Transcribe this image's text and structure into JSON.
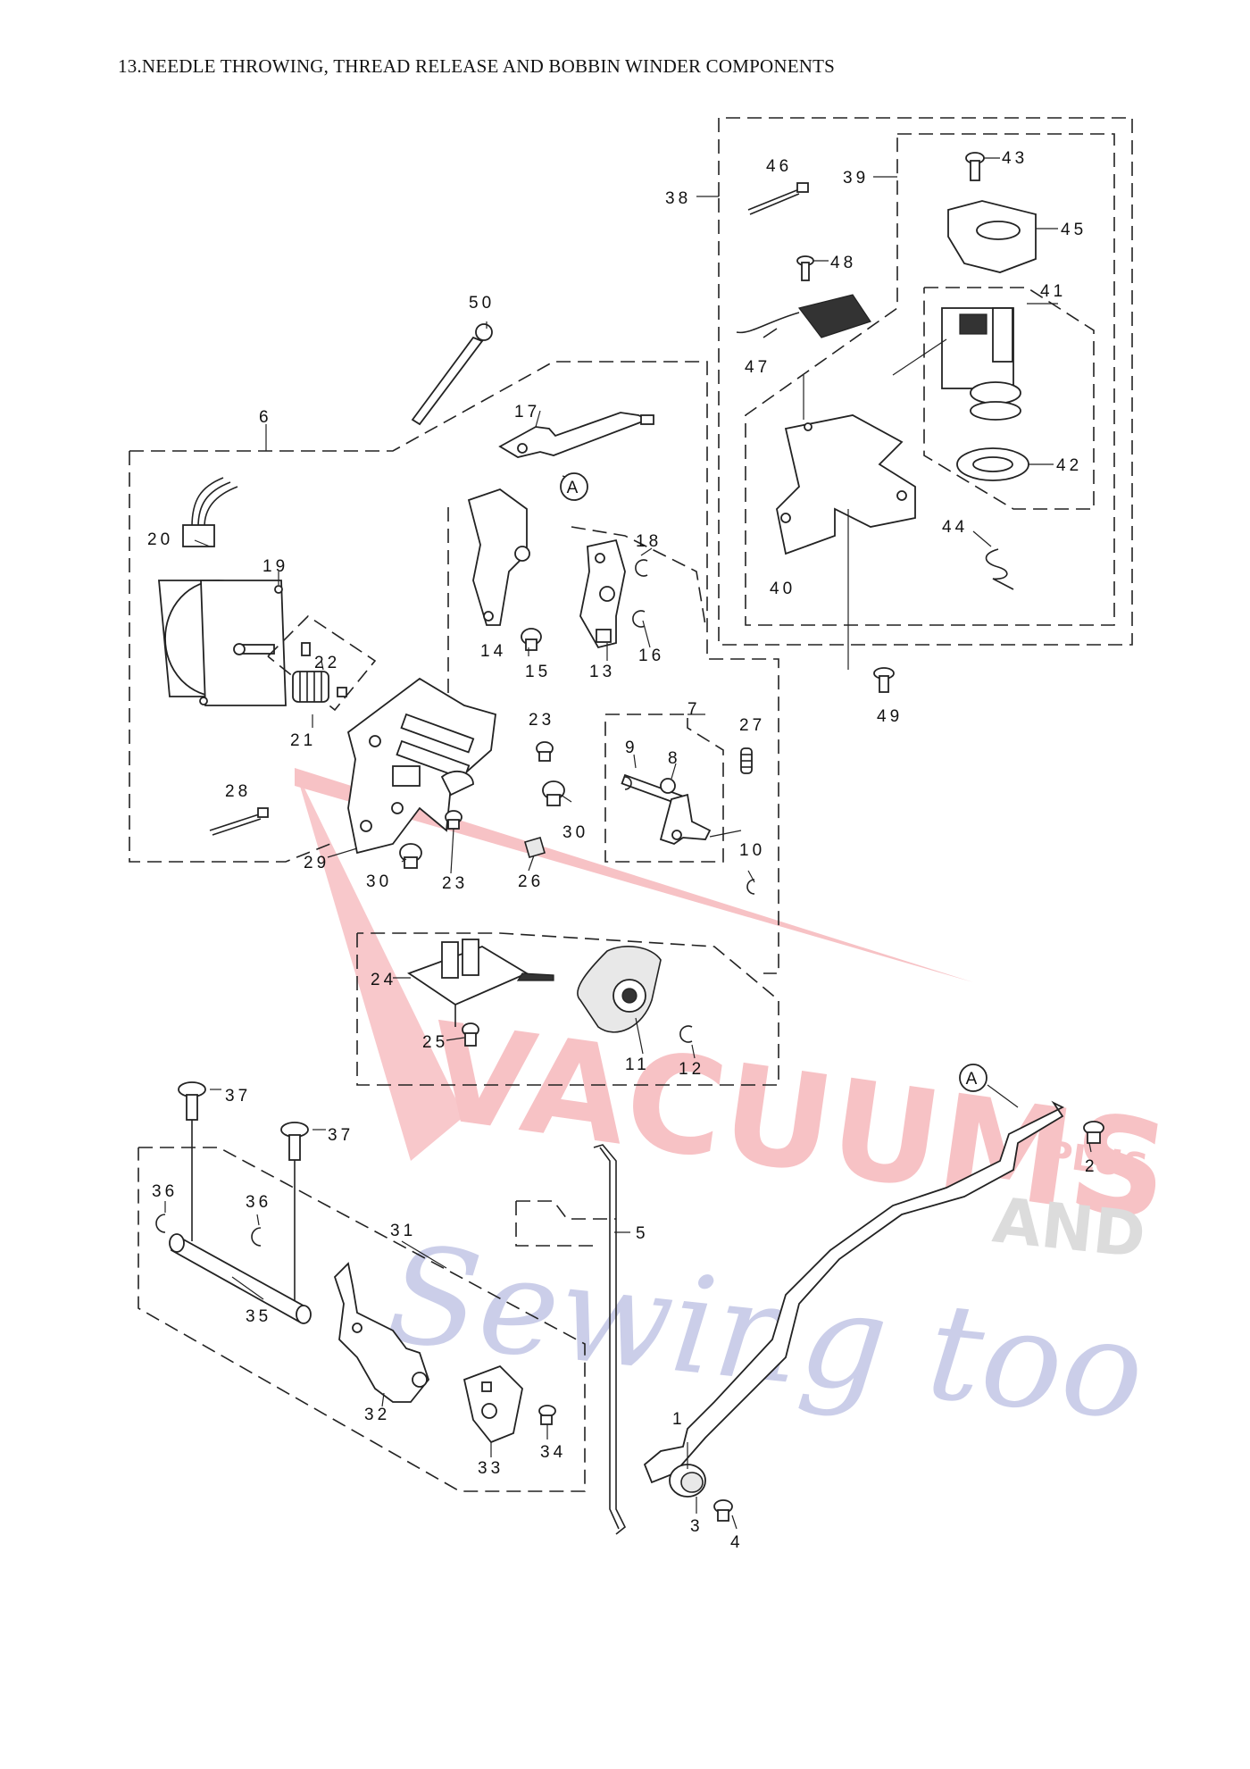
{
  "title": "13.NEEDLE THROWING, THREAD RELEASE AND BOBBIN WINDER COMPONENTS",
  "watermark": {
    "line1": "VACUUMS",
    "line1_suffix": "PLUS",
    "line2": "Sewing too",
    "line2_connector": "AND",
    "colors": {
      "red": "#e8505b",
      "blue": "#6a74c0",
      "gray": "#9a9a9a"
    }
  },
  "callouts": {
    "c1": "1",
    "c2": "2",
    "c3": "3",
    "c4": "4",
    "c5": "5",
    "c6": "6",
    "c7": "7",
    "c8": "8",
    "c9": "9",
    "c10": "10",
    "c11": "11",
    "c12": "12",
    "c13": "13",
    "c14": "14",
    "c15": "15",
    "c16": "16",
    "c17": "17",
    "c18": "18",
    "c19": "19",
    "c20": "20",
    "c21": "21",
    "c22": "22",
    "c23a": "23",
    "c23b": "23",
    "c24": "24",
    "c25": "25",
    "c26": "26",
    "c27": "27",
    "c28": "28",
    "c29": "29",
    "c30a": "30",
    "c30b": "30",
    "c31": "31",
    "c32": "32",
    "c33": "33",
    "c34": "34",
    "c35": "35",
    "c36a": "36",
    "c36b": "36",
    "c37a": "37",
    "c37b": "37",
    "c38": "38",
    "c39": "39",
    "c40": "40",
    "c41": "41",
    "c42": "42",
    "c43": "43",
    "c44": "44",
    "c45": "45",
    "c46": "46",
    "c47": "47",
    "c48": "48",
    "c49": "49",
    "c50": "50"
  },
  "refs": {
    "a1": "A",
    "a2": "A"
  }
}
